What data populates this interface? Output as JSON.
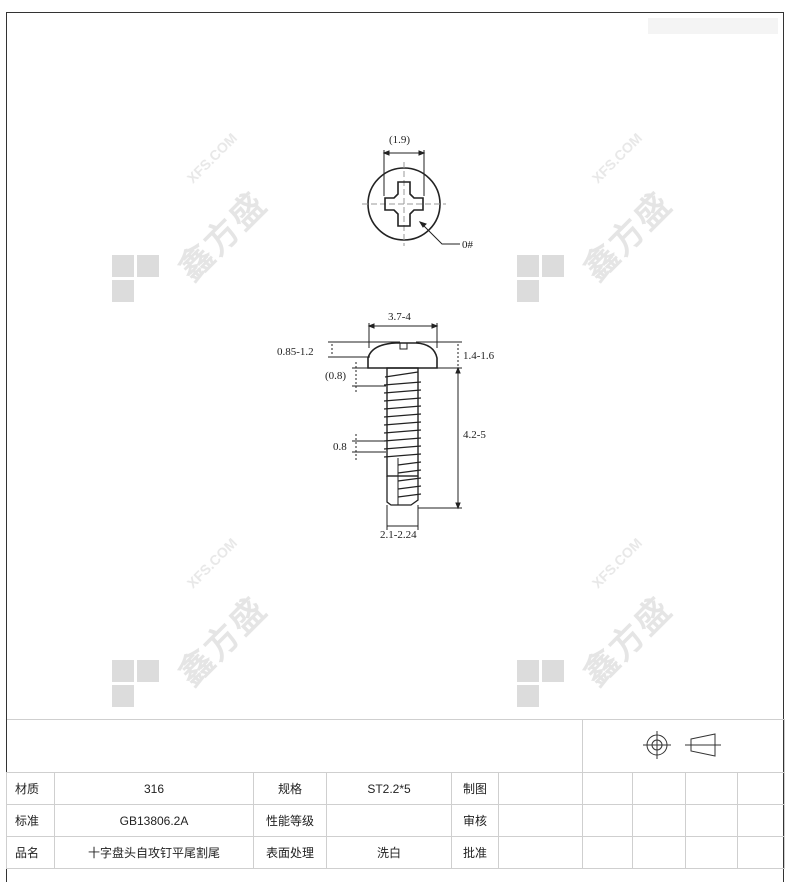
{
  "watermark": {
    "brand": "鑫方盛",
    "url": "XFS.COM"
  },
  "drawing": {
    "top_view": {
      "slot_width": "(1.9)",
      "drive_size": "0#"
    },
    "side_view": {
      "head_diameter": "3.7-4",
      "head_crown": "0.85-1.2",
      "head_height": "1.4-1.6",
      "first_thread": "(0.8)",
      "pitch": "0.8",
      "length": "4.2-5",
      "thread_diameter": "2.1-2.24"
    }
  },
  "title_block": {
    "symbols": [
      "concentric-circle-projection-icon",
      "cone-projection-icon"
    ],
    "rows": [
      {
        "label1": "材质",
        "value1": "316",
        "label2": "规格",
        "value2": "ST2.2*5",
        "label3": "制图"
      },
      {
        "label1": "标准",
        "value1": "GB13806.2A",
        "label2": "性能等级",
        "value2": "",
        "label3": "审核"
      },
      {
        "label1": "品名",
        "value1": "十字盘头自攻钉平尾割尾",
        "label2": "表面处理",
        "value2": "洗白",
        "label3": "批准"
      }
    ]
  }
}
